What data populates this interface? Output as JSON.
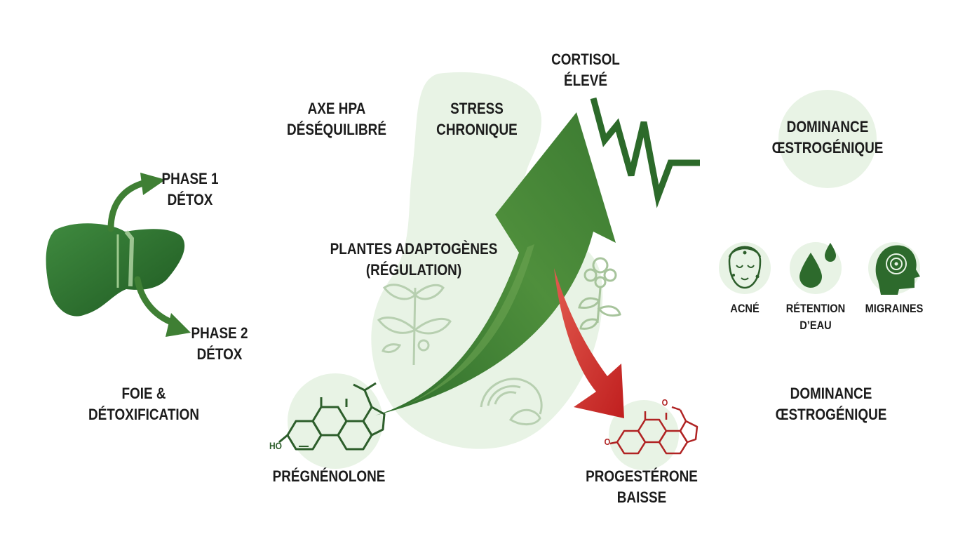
{
  "colors": {
    "dark_green": "#2e6b30",
    "mid_green": "#4a8a3a",
    "pale_green": "#e8f3e5",
    "red": "#c62828",
    "text": "#1c1c1c"
  },
  "liver": {
    "icon": "liver-icon",
    "phase1": {
      "line1": "PHASE 1",
      "line2": "DÉTOX"
    },
    "phase2": {
      "line1": "PHASE 2",
      "line2": "DÉTOX"
    },
    "caption": {
      "line1": "FOIE &",
      "line2": "DÉTOXIFICATION"
    }
  },
  "hpa": {
    "line1": "AXE HPA",
    "line2": "DÉSÉQUILIBRÉ"
  },
  "stress": {
    "line1": "STRESS",
    "line2": "CHRONIQUE"
  },
  "cortisol": {
    "line1": "CORTISOL",
    "line2": "ÉLEVÉ"
  },
  "adaptogens": {
    "line1": "PLANTES ADAPTOGÈNES",
    "line2": "(RÉGULATION)"
  },
  "pregnenolone": {
    "label": "PRÉGNÉNOLONE",
    "ho": "HO",
    "icon": "steroid-molecule-icon"
  },
  "progesterone": {
    "line1": "PROGESTÉRONE",
    "line2": "BAISSE",
    "o_left": "O",
    "o_top": "O",
    "icon": "steroid-molecule-icon"
  },
  "estrogen_top": {
    "line1": "DOMINANCE",
    "line2": "ŒSTROGÉNIQUE"
  },
  "estrogen_bottom": {
    "line1": "DOMINANCE",
    "line2": "ŒSTROGÉNIQUE"
  },
  "symptoms": [
    {
      "icon": "face-acne-icon",
      "line1": "ACNÉ",
      "line2": ""
    },
    {
      "icon": "water-drops-icon",
      "line1": "RÉTENTION",
      "line2": "D’EAU"
    },
    {
      "icon": "head-migraine-icon",
      "line1": "MIGRAINES",
      "line2": ""
    }
  ]
}
